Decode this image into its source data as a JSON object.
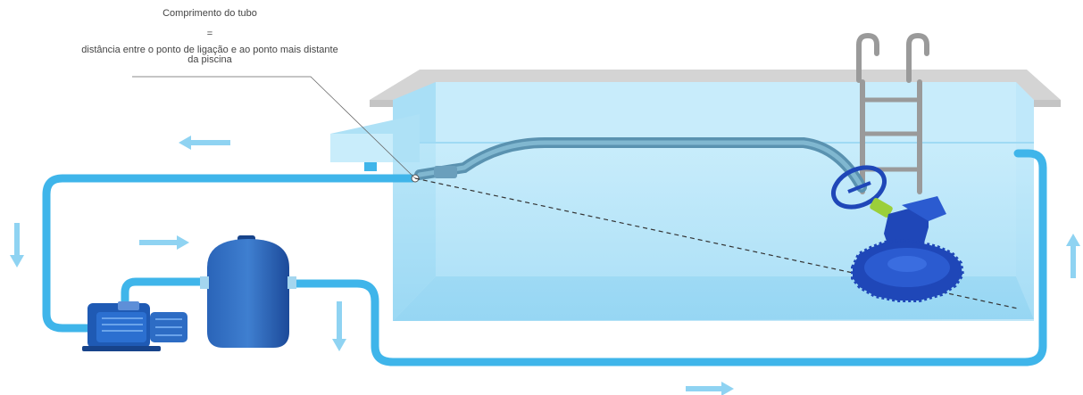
{
  "caption": {
    "title": "Comprimento do tubo",
    "equals": "=",
    "definition": "distância entre o ponto de ligação e ao ponto mais distante da piscina"
  },
  "colors": {
    "pipe": "#3fb5ea",
    "water": "#b3e4f8",
    "water_deep": "#8fd3f2",
    "equipment": "#1f5ab4",
    "cleaner": "#1f47b8",
    "arrow": "#8fd3f2",
    "coping": "#d6d6d6"
  },
  "icons": [
    "pool-icon",
    "ladder-icon",
    "pump-icon",
    "filter-icon",
    "pool-cleaner-icon",
    "flow-arrow-icon",
    "dimension-line"
  ]
}
